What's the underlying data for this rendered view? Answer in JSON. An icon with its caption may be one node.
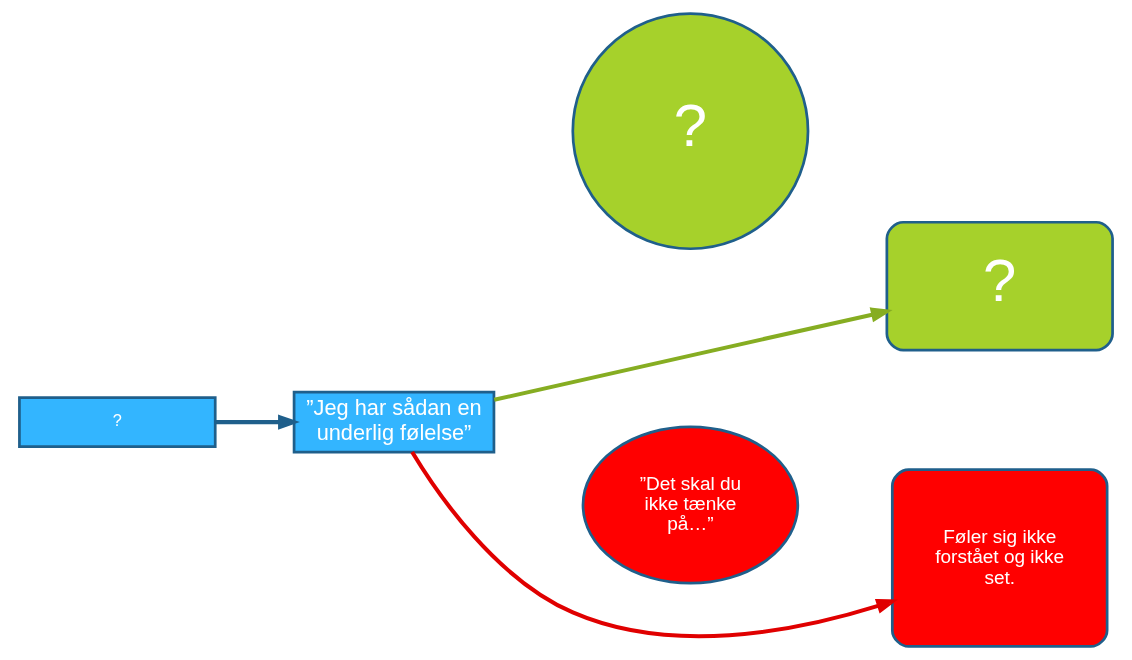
{
  "diagram": {
    "nodes": [
      {
        "text": [
          "?"
        ]
      },
      {
        "text": [
          "”Jeg har sådan en underlig følelse”"
        ]
      },
      {
        "text": [
          "?"
        ]
      },
      {
        "text": [
          "?"
        ]
      },
      {
        "text": [
          "”Det skal du ikke tænke på…”"
        ]
      },
      {
        "text": [
          "Føler sig ikke forstået og ikke set."
        ]
      }
    ],
    "edges": [
      {
        "from": 0,
        "to": 1,
        "arrow": "to"
      },
      {
        "from": 1,
        "to": 3,
        "arrow": "to",
        "color": "#86ad22"
      },
      {
        "from": 1,
        "to": 5,
        "arrow": "to",
        "color": "#e00000"
      }
    ]
  }
}
